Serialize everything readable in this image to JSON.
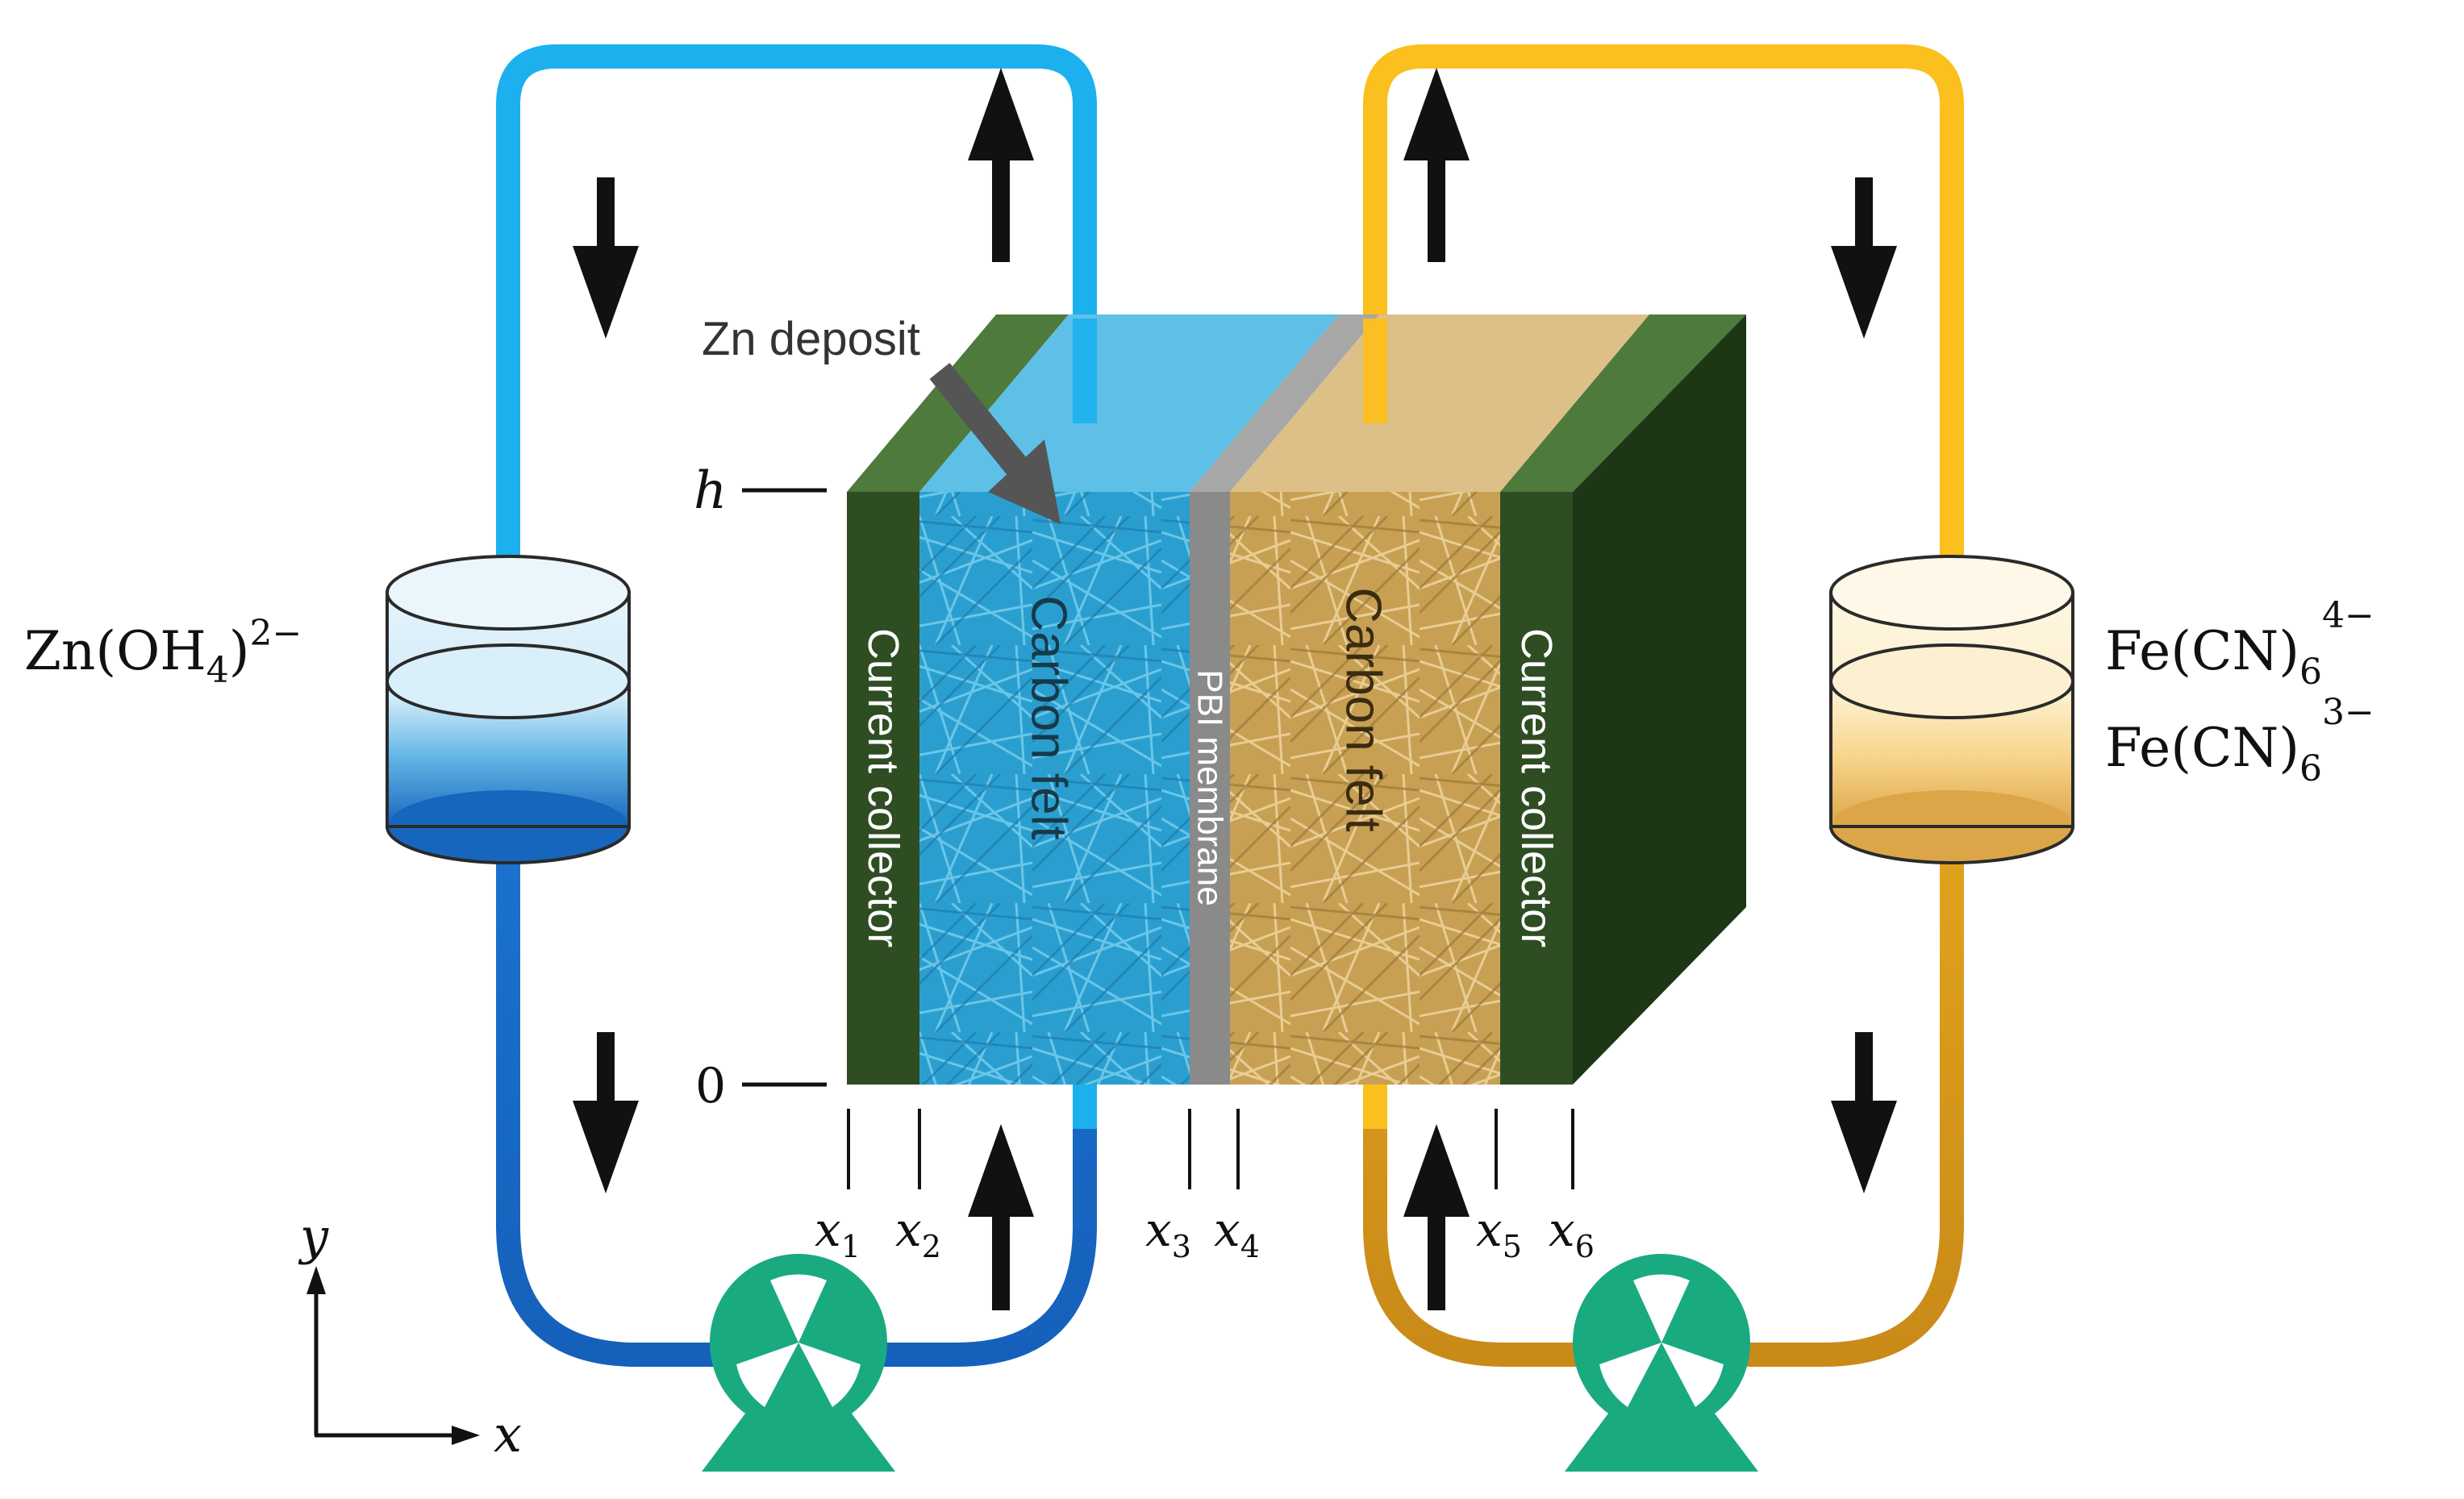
{
  "labels": {
    "zn_deposit": "Zn deposit",
    "current_collector_left": "Current collector",
    "carbon_felt_left": "Carbon felt",
    "pbi_membrane": "PBI membrane",
    "carbon_felt_right": "Carbon felt",
    "current_collector_right": "Current collector"
  },
  "left_species": {
    "base": "Zn(OH",
    "sub": "4",
    "close": ")",
    "sup": "2−"
  },
  "right_species": [
    {
      "base": "Fe(CN)",
      "sub": "6",
      "sup": "4−"
    },
    {
      "base": "Fe(CN)",
      "sub": "6",
      "sup": "3−"
    }
  ],
  "height_marks": {
    "top": "h",
    "bottom": "0"
  },
  "x_positions": [
    {
      "base": "x",
      "sub": "1"
    },
    {
      "base": "x",
      "sub": "2"
    },
    {
      "base": "x",
      "sub": "3"
    },
    {
      "base": "x",
      "sub": "4"
    },
    {
      "base": "x",
      "sub": "5"
    },
    {
      "base": "x",
      "sub": "6"
    }
  ],
  "axes": {
    "x": "x",
    "y": "y"
  },
  "colors": {
    "anolyte_pipe": "#1cb0ee",
    "anolyte_pipe_dark": "#1560bb",
    "catholyte_pipe": "#fbbf1e",
    "catholyte_pipe_dark": "#c98a18",
    "current_collector": "#2e4d23",
    "current_collector_dark": "#1c3616",
    "carbon_felt_anode": "#2a9fcf",
    "carbon_felt_cathode": "#c8a054",
    "membrane": "#8a8a8a",
    "pump": "#1aaa80"
  }
}
